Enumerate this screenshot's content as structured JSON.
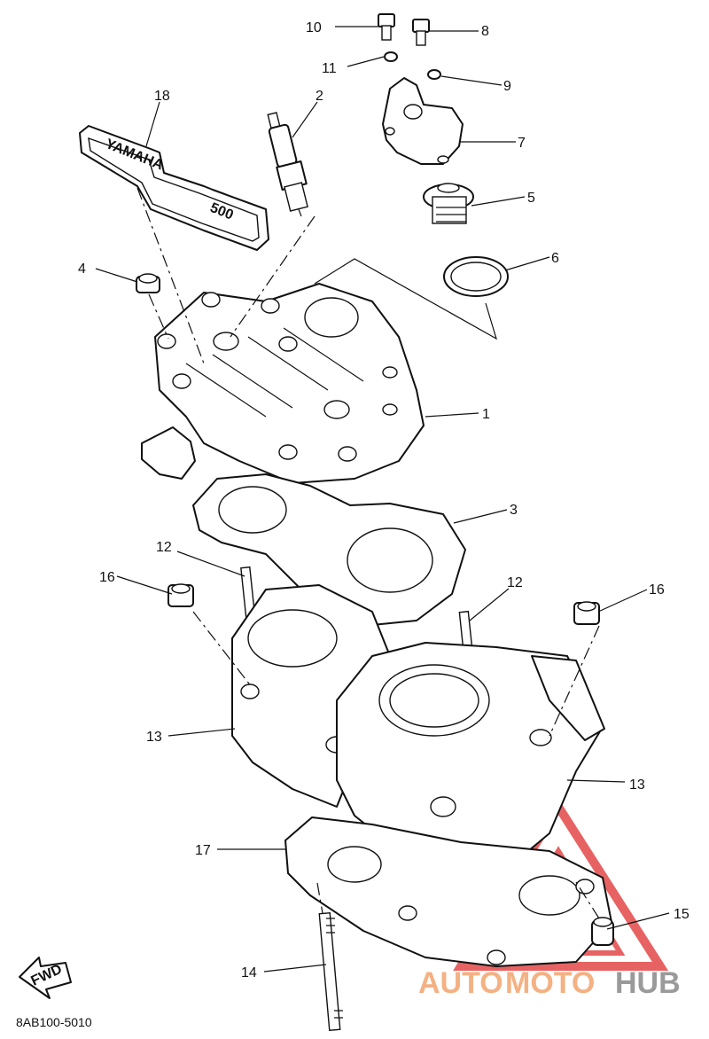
{
  "diagram_code": "8AB100-5010",
  "fwd_label": "FWD",
  "gasket_logo_text": "YAMAHA",
  "gasket_number_text": "500",
  "watermark": {
    "auto": "AUTO",
    "moto": "MOTO",
    "hub": "HUB",
    "triangle_color": "#e03030"
  },
  "callouts": [
    {
      "id": "1",
      "text": "1"
    },
    {
      "id": "2",
      "text": "2"
    },
    {
      "id": "3",
      "text": "3"
    },
    {
      "id": "4",
      "text": "4"
    },
    {
      "id": "5",
      "text": "5"
    },
    {
      "id": "6",
      "text": "6"
    },
    {
      "id": "7",
      "text": "7"
    },
    {
      "id": "8",
      "text": "8"
    },
    {
      "id": "9",
      "text": "9"
    },
    {
      "id": "10",
      "text": "10"
    },
    {
      "id": "11",
      "text": "11"
    },
    {
      "id": "12a",
      "text": "12"
    },
    {
      "id": "12b",
      "text": "12"
    },
    {
      "id": "13a",
      "text": "13"
    },
    {
      "id": "13b",
      "text": "13"
    },
    {
      "id": "14",
      "text": "14"
    },
    {
      "id": "15",
      "text": "15"
    },
    {
      "id": "16a",
      "text": "16"
    },
    {
      "id": "16b",
      "text": "16"
    },
    {
      "id": "17",
      "text": "17"
    },
    {
      "id": "18",
      "text": "18"
    }
  ]
}
